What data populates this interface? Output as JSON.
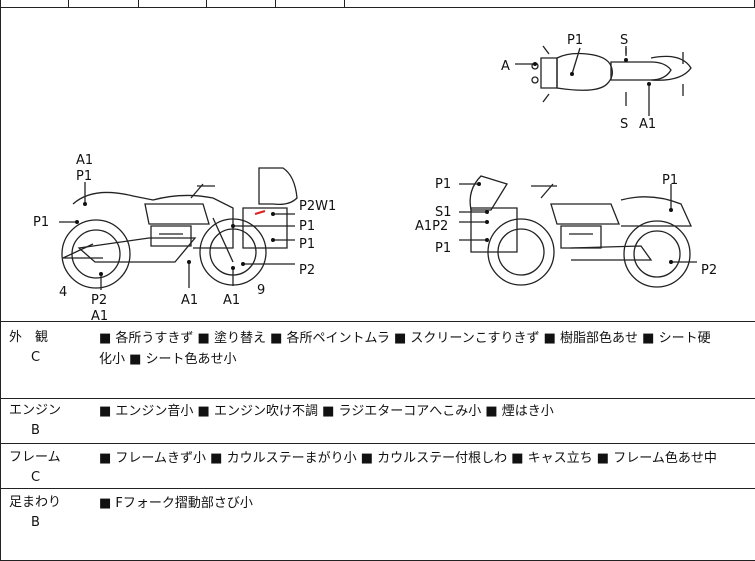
{
  "diagram": {
    "top_view_labels": {
      "p1": "P1",
      "s_top": "S",
      "a": "A",
      "s_bottom": "S",
      "a1": "A1"
    },
    "left_side_labels": {
      "a1_top": "A1",
      "p1_top": "P1",
      "p1_left": "P1",
      "p2w1": "P2W1",
      "p1_right1": "P1",
      "p1_right2": "P1",
      "p2_right": "P2",
      "four": "4",
      "p2_bottom": "P2",
      "a1_bottom1": "A1",
      "a1_bottom2": "A1",
      "a1_bottom3": "A1",
      "nine": "9"
    },
    "right_side_labels": {
      "p1_a": "P1",
      "s1": "S1",
      "a1p2": "A1P2",
      "p1_b": "P1",
      "p1_right": "P1",
      "p2_right": "P2"
    },
    "colors": {
      "line": "#222222",
      "scratch_mark": "#e02020"
    }
  },
  "rows": [
    {
      "name": "外　観",
      "grade": "C",
      "items": [
        "■ 各所うすきず ■ 塗り替え ■ 各所ペイントムラ ■ スクリーンこすりきず ■ 樹脂部色あせ ■ シート硬",
        "化小 ■ シート色あせ小"
      ]
    },
    {
      "name": "エンジン",
      "grade": "B",
      "items": [
        "■ エンジン音小 ■ エンジン吹け不調 ■ ラジエターコアへこみ小 ■ 煙はき小"
      ]
    },
    {
      "name": "フレーム",
      "grade": "C",
      "items": [
        "■ フレームきず小 ■ カウルステーまがり小 ■ カウルステー付根しわ ■ キャス立ち ■ フレーム色あせ中"
      ]
    },
    {
      "name": "足まわり",
      "grade": "B",
      "items": [
        "■ Fフォーク摺動部さび小"
      ]
    }
  ]
}
